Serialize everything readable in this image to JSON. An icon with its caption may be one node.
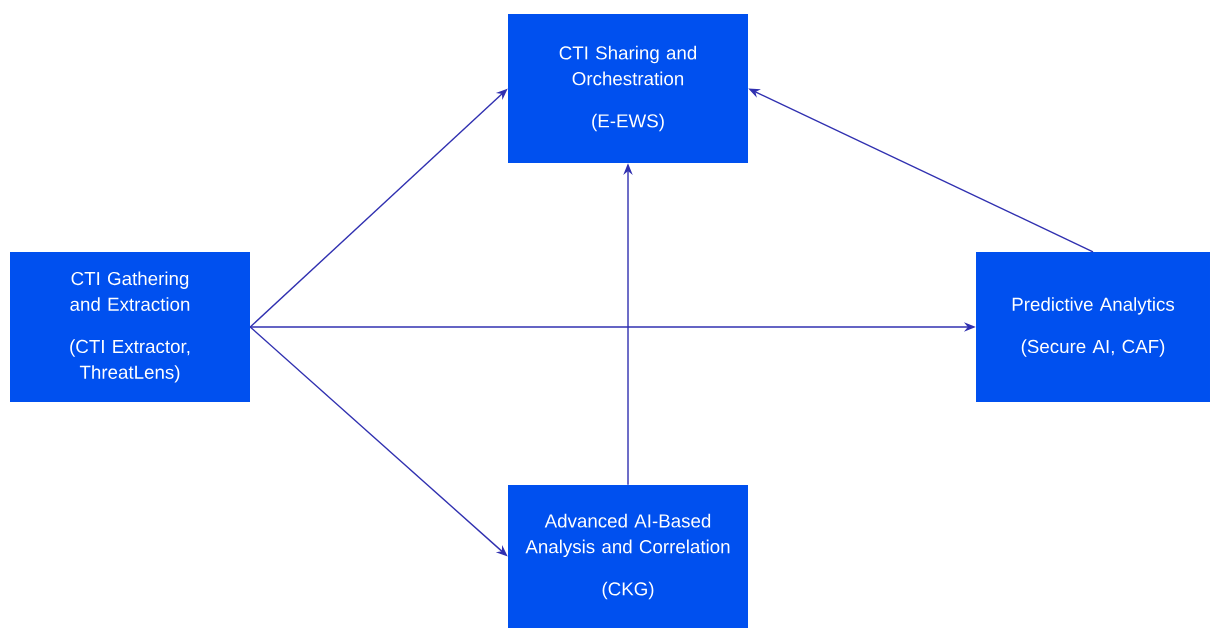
{
  "diagram": {
    "nodes": [
      {
        "text": [
          "CTI Sharing and Orchestration",
          "(E-EWS)"
        ]
      },
      {
        "text": [
          "CTI Gathering and Extraction",
          "(CTI Extractor, ThreatLens)"
        ]
      },
      {
        "text": [
          "Predictive Analytics",
          "(Secure AI, CAF)"
        ]
      },
      {
        "text": [
          "Advanced AI-Based Analysis and Correlation",
          "(CKG)"
        ]
      }
    ],
    "edges": [
      {
        "from": 1,
        "to": 0,
        "arrow": "to"
      },
      {
        "from": 1,
        "to": 2,
        "arrow": "to"
      },
      {
        "from": 1,
        "to": 3,
        "arrow": "to"
      },
      {
        "from": 3,
        "to": 0,
        "arrow": "to"
      },
      {
        "from": 2,
        "to": 0,
        "arrow": "to"
      }
    ]
  }
}
